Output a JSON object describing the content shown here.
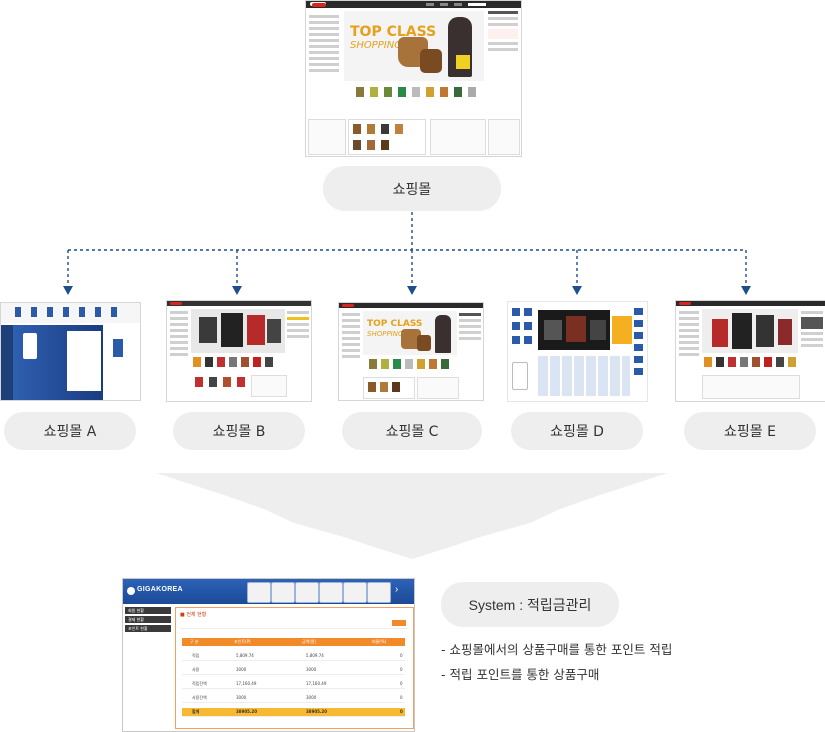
{
  "hub": {
    "label": "쇼핑몰"
  },
  "hub_site": {
    "banner_title": "TOP CLASS",
    "banner_subtitle": "SHOPPING"
  },
  "malls": [
    {
      "label": "쇼핑몰 A"
    },
    {
      "label": "쇼핑몰 B"
    },
    {
      "label": "쇼핑몰 C",
      "banner_title": "TOP CLASS",
      "banner_subtitle": "SHOPPING"
    },
    {
      "label": "쇼핑몰 D"
    },
    {
      "label": "쇼핑몰 E"
    }
  ],
  "system": {
    "label": "System : 적립금관리",
    "screenshot": {
      "brand": "GIGAKOREA",
      "menu": [
        "회원 현황",
        "결제 현황",
        "포인트 현황"
      ],
      "panel_title": "■ 전체 현황",
      "table_header": [
        "구 분",
        "포인트(P)",
        "금액(원)",
        "비율(%)"
      ],
      "rows": [
        [
          "적립",
          "5,809.74",
          "5,809.74",
          "0"
        ],
        [
          "사용",
          "3000",
          "3000",
          "0"
        ],
        [
          "적립잔액",
          "17,160.49",
          "17,160.49",
          "0"
        ],
        [
          "사용잔액",
          "3000",
          "3000",
          "0"
        ]
      ],
      "total": [
        "합계",
        "38905.20",
        "38905.20",
        "0"
      ]
    }
  },
  "bullets": [
    "- 쇼핑몰에서의 상품구매를 통한 포인트 적립",
    "- 적립 포인트를 통한 상품구매"
  ],
  "colors": {
    "pill_bg": "#eeeeee",
    "connector": "#1f4e8c",
    "accent_orange": "#f28a2a",
    "header_blue": "#2d63b8",
    "funnel": "#eeeeee"
  }
}
